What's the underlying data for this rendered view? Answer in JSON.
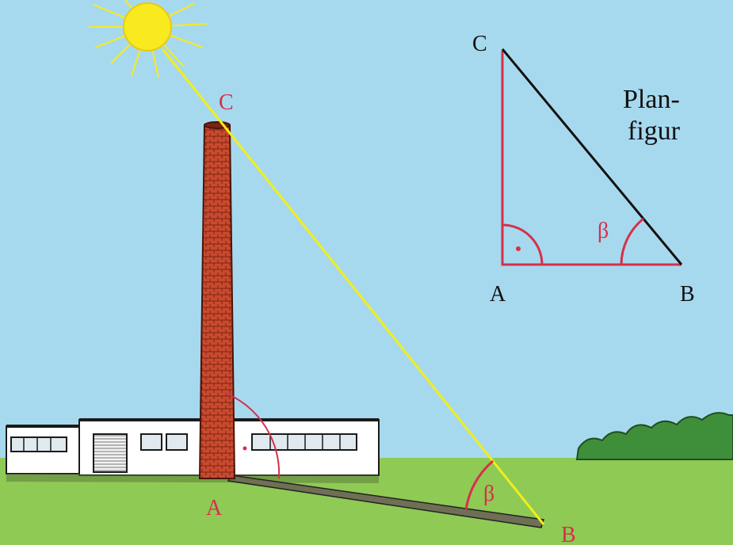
{
  "scene_labels": {
    "top": "C",
    "base": "A",
    "far": "B",
    "angle": "β"
  },
  "plan_figure": {
    "caption_line1": "Plan-",
    "caption_line2": "figur",
    "vertex_c": "C",
    "vertex_a": "A",
    "vertex_b": "B",
    "angle": "β"
  },
  "colors": {
    "sky": "#a7d9ee",
    "grass": "#8fca55",
    "chimney": "#c94a2e",
    "ray": "#f2ee1a",
    "accent": "#d6304a",
    "sun": "#f8ea1e"
  }
}
